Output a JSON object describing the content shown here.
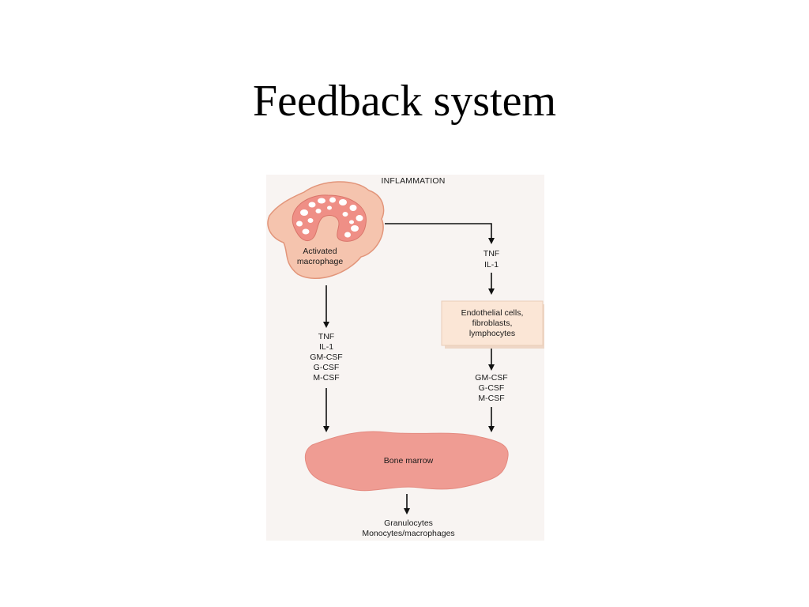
{
  "title": "Feedback system",
  "figure": {
    "heading": "INFLAMMATION",
    "macrophage": [
      "Activated",
      "macrophage"
    ],
    "right_cytokines_top": [
      "TNF",
      "IL-1"
    ],
    "cells_box": [
      "Endothelial cells,",
      "fibroblasts,",
      "lymphocytes"
    ],
    "left_cytokines": [
      "TNF",
      "IL-1",
      "GM-CSF",
      "G-CSF",
      "M-CSF"
    ],
    "right_cytokines_bottom": [
      "GM-CSF",
      "G-CSF",
      "M-CSF"
    ],
    "bone_marrow": "Bone marrow",
    "outputs": [
      "Granulocytes",
      "Monocytes/macrophages"
    ],
    "colors": {
      "cell_fill": "#f5c4ae",
      "cell_stroke": "#e2957a",
      "nucleus_fill": "#ef8f86",
      "marrow_fill": "#ef9c93",
      "box_fill": "#fbe6d6",
      "arrow": "#111111"
    }
  }
}
